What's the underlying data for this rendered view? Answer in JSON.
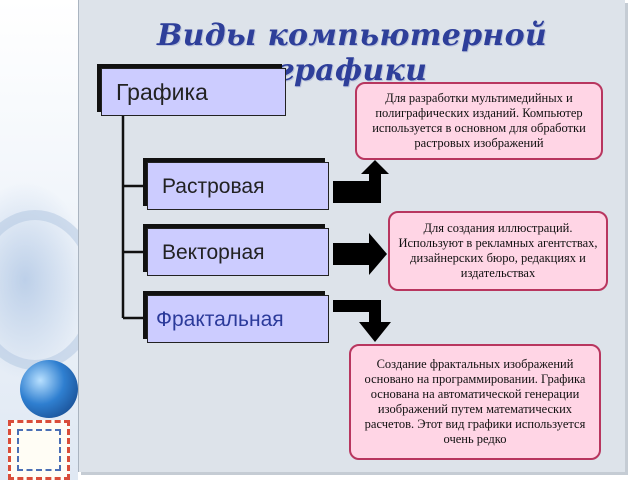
{
  "title": "Виды компьютерной графики",
  "root": {
    "label": "Графика"
  },
  "types": [
    {
      "label": "Растровая"
    },
    {
      "label": "Векторная"
    },
    {
      "label": "Фрактальная"
    }
  ],
  "notes": [
    {
      "text": "Для разработки мультимедийных и полиграфических изданий. Компьютер используется в основном для обработки растровых изображений"
    },
    {
      "text": "Для создания иллюстраций. Используют в рекламных агентствах, дизайнерских бюро, редакциях и издательствах"
    },
    {
      "text": "Создание фрактальных изображений основано на программировании. Графика основана на автоматической генерации изображений путем математических расчетов. Этот вид графики используется очень редко"
    }
  ],
  "colors": {
    "title": "#2e3f9a",
    "type_box": "#ccccff",
    "note_fill": "#ffd5e5",
    "note_border": "#b8365f",
    "slide_bg": "#dde3ea"
  }
}
